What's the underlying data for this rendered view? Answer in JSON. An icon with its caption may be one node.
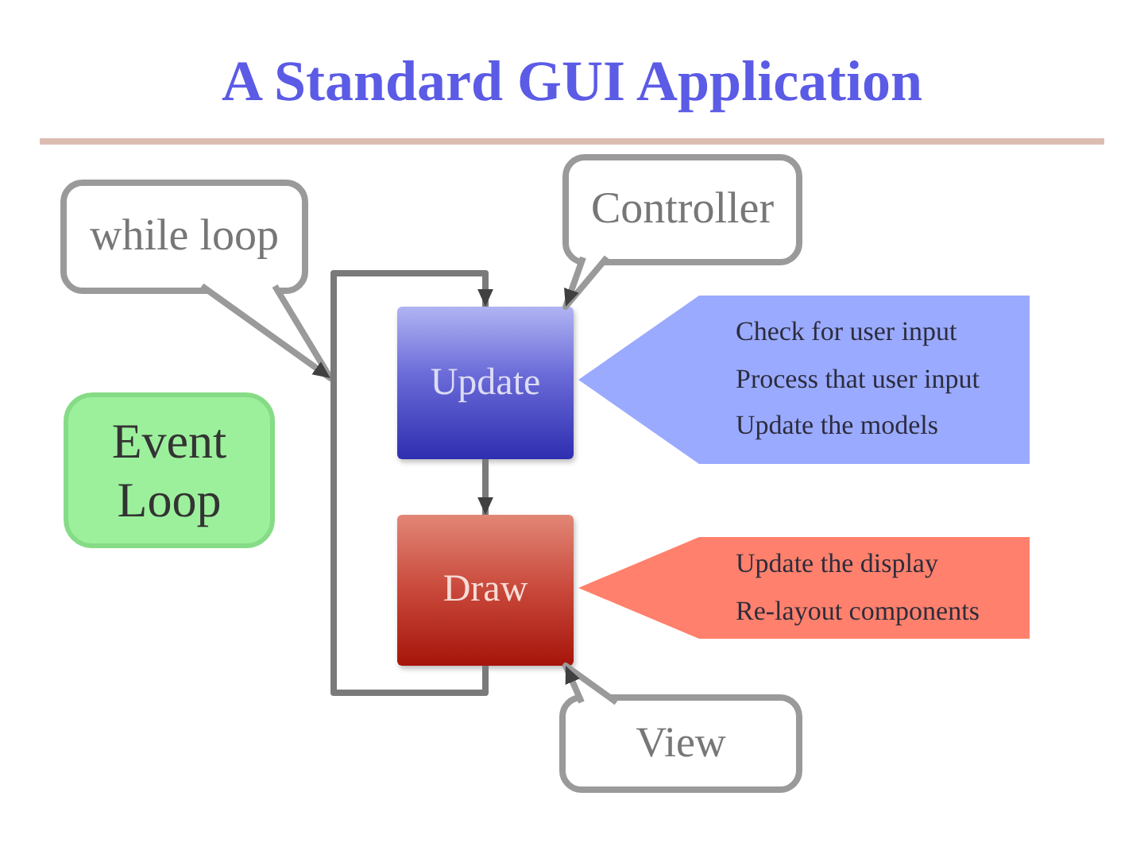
{
  "diagram": {
    "title": "A Standard GUI Application",
    "nodes": [
      {
        "text": [
          "while loop"
        ]
      },
      {
        "text": [
          "Controller"
        ]
      },
      {
        "text": [
          "Update"
        ]
      },
      {
        "text": [
          "Check for user input",
          "Process that user input",
          "Update the models"
        ]
      },
      {
        "text": [
          "Event Loop"
        ]
      },
      {
        "text": [
          "Draw"
        ]
      },
      {
        "text": [
          "Update the display",
          "Re-layout components"
        ]
      },
      {
        "text": [
          "View"
        ]
      }
    ],
    "edges": [
      {
        "from": 0,
        "to": null,
        "arrow": "to"
      },
      {
        "from": 1,
        "to": 2,
        "arrow": "to"
      },
      {
        "from": 2,
        "to": 5,
        "arrow": "to"
      },
      {
        "from": 5,
        "to": 2,
        "arrow": "to"
      },
      {
        "from": 7,
        "to": 5,
        "arrow": "to"
      }
    ]
  }
}
